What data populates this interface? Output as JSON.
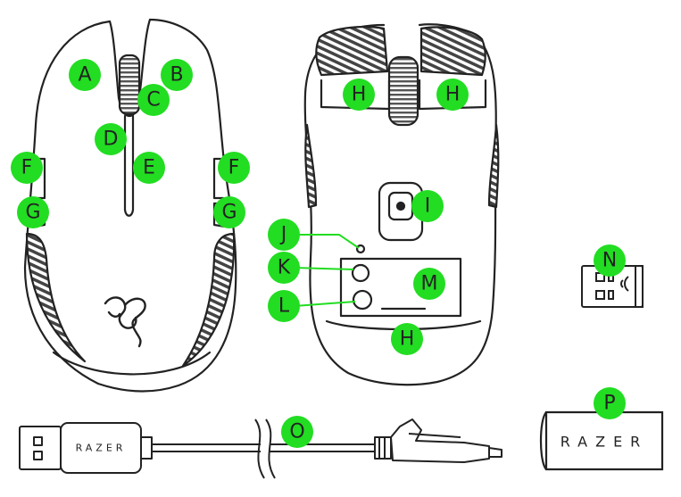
{
  "diagram": {
    "callouts": {
      "a": "A",
      "b": "B",
      "c": "C",
      "d": "D",
      "e": "E",
      "f": "F",
      "g": "G",
      "h": "H",
      "i": "I",
      "j": "J",
      "k": "K",
      "l": "L",
      "m": "M",
      "n": "N",
      "o": "O",
      "p": "P"
    },
    "brand_text": "RAZER"
  },
  "colors": {
    "callout_fill": "#22dd22",
    "line": "#222222",
    "background": "#ffffff"
  }
}
